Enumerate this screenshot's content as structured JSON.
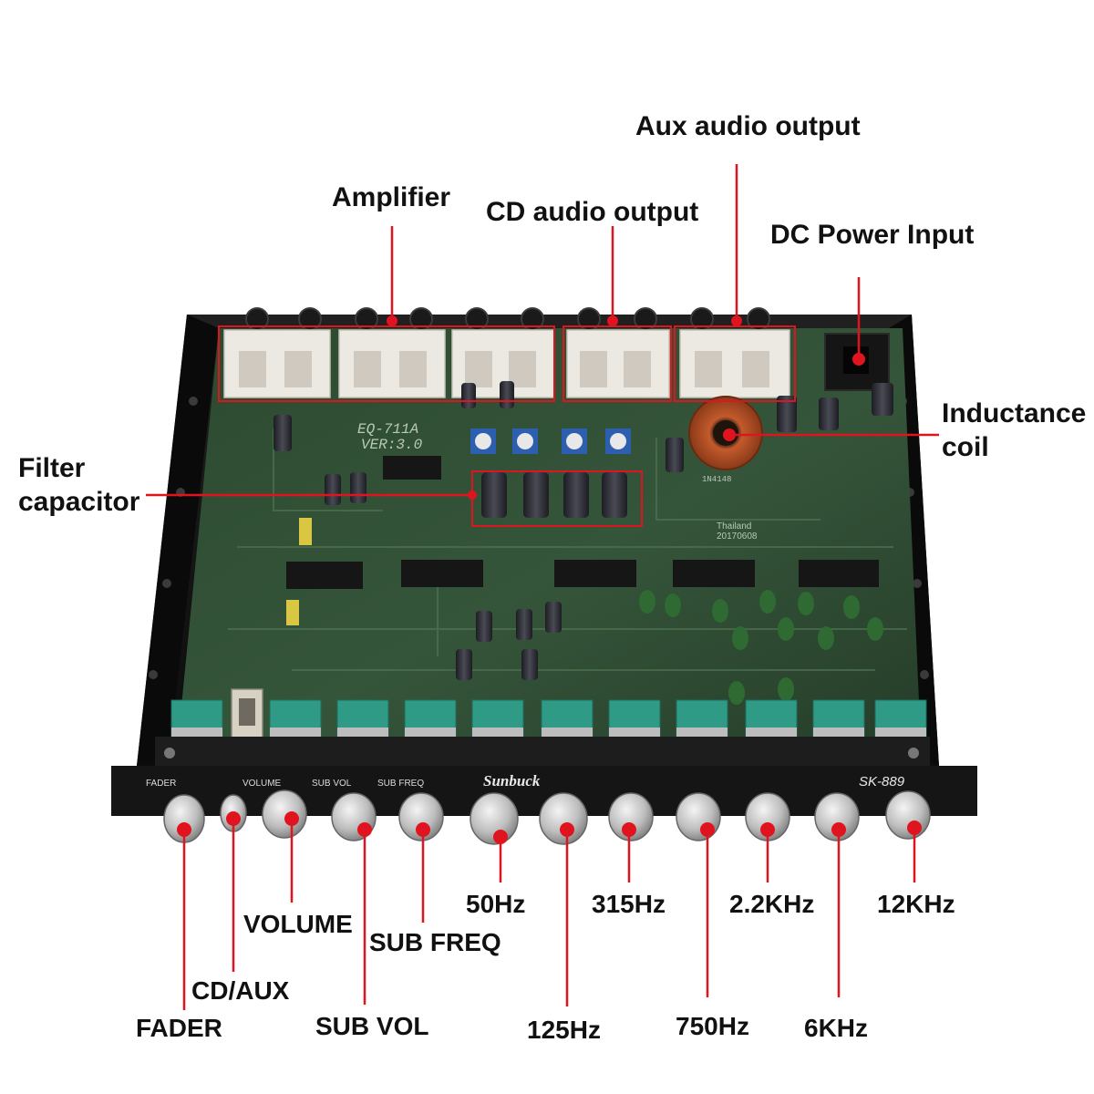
{
  "board": {
    "model_print": "EQ-711A",
    "version_print": "VER:3.0",
    "origin_print": "Thailand",
    "date_print": "20170608",
    "diode_print": "1N4148"
  },
  "faceplate": {
    "brand": "Sunbuck",
    "model": "SK-889",
    "silk_labels": [
      "FADER",
      "VOLUME",
      "SUB VOL",
      "SUB FREQ"
    ]
  },
  "callouts": {
    "amplifier": "Amplifier",
    "cd_audio_output": "CD audio output",
    "aux_audio_output": "Aux audio output",
    "dc_power_input": "DC Power Input",
    "inductance_coil_line1": "Inductance",
    "inductance_coil_line2": "coil",
    "filter_capacitor_line1": "Filter",
    "filter_capacitor_line2": "capacitor"
  },
  "knob_labels": {
    "fader": "FADER",
    "cd_aux": "CD/AUX",
    "volume": "VOLUME",
    "sub_vol": "SUB VOL",
    "sub_freq": "SUB FREQ",
    "hz50": "50Hz",
    "hz125": "125Hz",
    "hz315": "315Hz",
    "hz750": "750Hz",
    "khz2_2": "2.2KHz",
    "khz6": "6KHz",
    "khz12": "12KHz"
  },
  "colors": {
    "callout_red": "#e0141e",
    "pcb_green": "#2f4a30",
    "chassis_black": "#141414",
    "slider_teal": "#2f9a86",
    "connector_white": "#ece8e2"
  }
}
